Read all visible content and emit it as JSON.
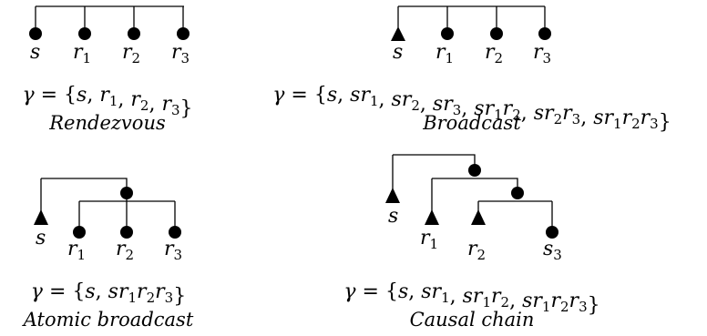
{
  "diagrams": [
    {
      "id": "rendezvous",
      "caption": "Rendezvous",
      "formula": [
        "s",
        "r1",
        "r2",
        "r3"
      ],
      "nodes": [
        {
          "label": "s"
        },
        {
          "label": "r",
          "sub": "1"
        },
        {
          "label": "r",
          "sub": "2"
        },
        {
          "label": "r",
          "sub": "3"
        }
      ]
    },
    {
      "id": "broadcast",
      "caption": "Broadcast",
      "formula": [
        "s",
        "sr1",
        "sr2",
        "sr3",
        "sr1r2",
        "sr2r3",
        "sr1r2r3"
      ],
      "nodes": [
        {
          "label": "s"
        },
        {
          "label": "r",
          "sub": "1"
        },
        {
          "label": "r",
          "sub": "2"
        },
        {
          "label": "r",
          "sub": "3"
        }
      ]
    },
    {
      "id": "atomic-broadcast",
      "caption": "Atomic broadcast",
      "formula": [
        "s",
        "sr1r2r3"
      ],
      "nodes": [
        {
          "label": "s"
        },
        {
          "label": "r",
          "sub": "1"
        },
        {
          "label": "r",
          "sub": "2"
        },
        {
          "label": "r",
          "sub": "3"
        }
      ]
    },
    {
      "id": "causal-chain",
      "caption": "Causal chain",
      "formula": [
        "s",
        "sr1",
        "sr1r2",
        "sr1r2r3"
      ],
      "nodes": [
        {
          "label": "s"
        },
        {
          "label": "r",
          "sub": "1"
        },
        {
          "label": "r",
          "sub": "2"
        },
        {
          "label": "s",
          "sub": "3"
        }
      ]
    }
  ],
  "formula_prefix": "γ = {",
  "formula_suffix": "}"
}
